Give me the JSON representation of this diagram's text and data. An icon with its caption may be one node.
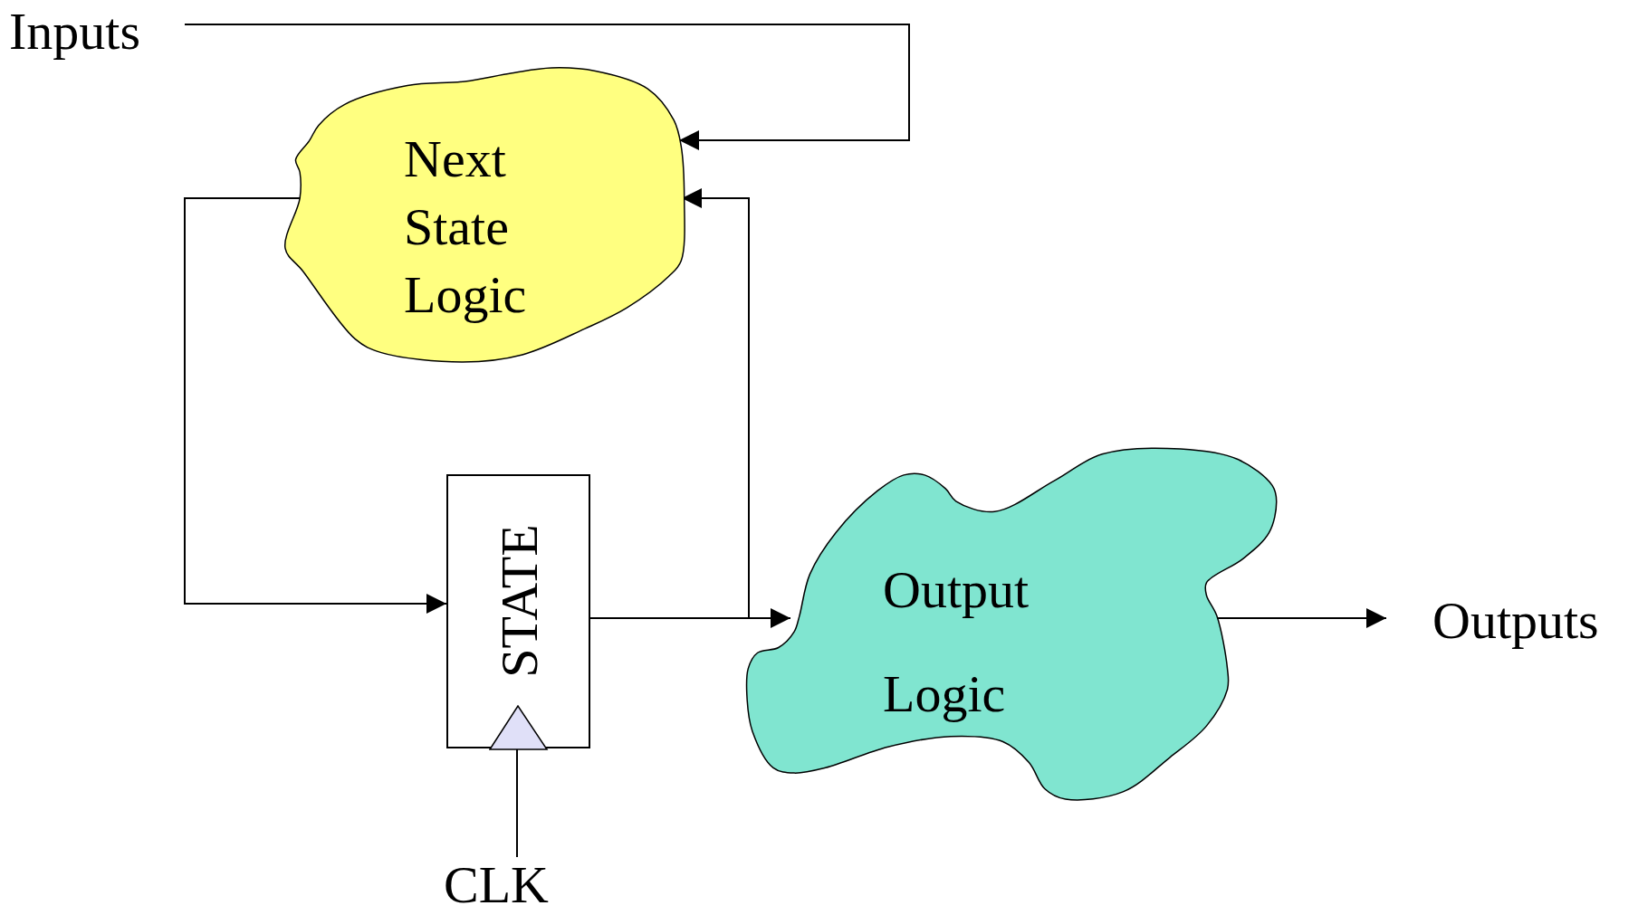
{
  "diagram": {
    "nodes": [
      {
        "text": [
          "Inputs"
        ]
      },
      {
        "text": [
          "Next State Logic"
        ]
      },
      {
        "text": [
          "STATE"
        ]
      },
      {
        "text": [
          "Output Logic"
        ]
      },
      {
        "text": [
          "Outputs"
        ]
      },
      {
        "text": [
          "CLK"
        ]
      }
    ],
    "edges": [
      {
        "from": 0,
        "to": 1,
        "arrow": "to"
      },
      {
        "from": 1,
        "to": 2,
        "arrow": "to"
      },
      {
        "from": 2,
        "to": 3,
        "arrow": "to"
      },
      {
        "from": 2,
        "to": 1,
        "arrow": "to"
      },
      {
        "from": 3,
        "to": 4,
        "arrow": "to"
      },
      {
        "from": 5,
        "to": 2,
        "arrow": "none"
      }
    ]
  }
}
